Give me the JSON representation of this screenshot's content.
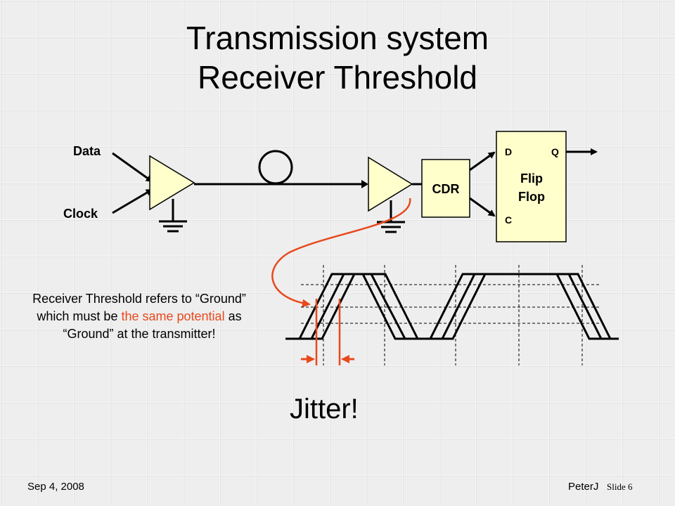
{
  "title": {
    "line1": "Transmission system",
    "line2": "Receiver Threshold"
  },
  "diagram": {
    "data_label": "Data",
    "clock_label": "Clock",
    "cdr_label": "CDR",
    "flipflop_label_1": "Flip",
    "flipflop_label_2": "Flop",
    "pin_d": "D",
    "pin_q": "Q",
    "pin_c": "C"
  },
  "note": {
    "part1": "Receiver Threshold refers to “Ground” which must be ",
    "highlight": "the same potential",
    "part2": " as “Ground” at the transmitter!"
  },
  "jitter_label": "Jitter!",
  "footer": {
    "date": "Sep 4, 2008",
    "author": "PeterJ",
    "slide": "Slide 6"
  },
  "colors": {
    "triangle_fill": "#ffffcc",
    "box_fill": "#ffffcc",
    "highlight": "#e8491d"
  }
}
